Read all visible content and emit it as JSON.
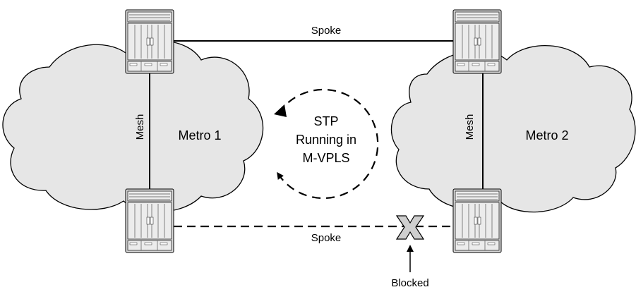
{
  "labels": {
    "spoke_top": "Spoke",
    "spoke_bottom": "Spoke",
    "mesh_left": "Mesh",
    "mesh_right": "Mesh",
    "metro_1": "Metro 1",
    "metro_2": "Metro 2",
    "stp_line1": "STP",
    "stp_line2": "Running in",
    "stp_line3": "M-VPLS",
    "blocked": "Blocked"
  },
  "links": [
    {
      "name": "spoke-top-link",
      "style": "solid"
    },
    {
      "name": "spoke-bottom-link",
      "style": "dashed",
      "state": "blocked"
    },
    {
      "name": "mesh-left-link",
      "style": "solid"
    },
    {
      "name": "mesh-right-link",
      "style": "solid"
    }
  ],
  "icons": [
    "router-icon",
    "cloud-icon",
    "blocked-x-icon",
    "arrow-icon"
  ],
  "colors": {
    "cloud_fill": "#e6e6e6",
    "router_fill": "#d9d9d9",
    "line": "#000000"
  }
}
